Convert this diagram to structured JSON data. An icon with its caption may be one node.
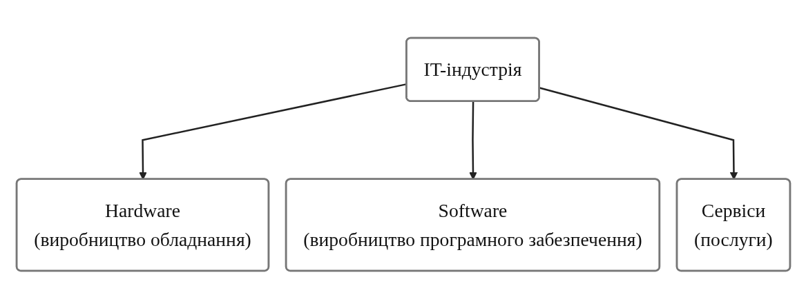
{
  "diagram": {
    "nodes": [
      {
        "text": [
          "IT-індустрія"
        ]
      },
      {
        "text": [
          "Hardware",
          "(виробництво обладнання)"
        ]
      },
      {
        "text": [
          "Software",
          "(виробництво програмного забезпечення)"
        ]
      },
      {
        "text": [
          "Сервіси",
          "(послуги)"
        ]
      }
    ],
    "edges": [
      {
        "from": 0,
        "to": 1,
        "arrow": "to"
      },
      {
        "from": 0,
        "to": 2,
        "arrow": "to"
      },
      {
        "from": 0,
        "to": 3,
        "arrow": "to"
      }
    ]
  }
}
